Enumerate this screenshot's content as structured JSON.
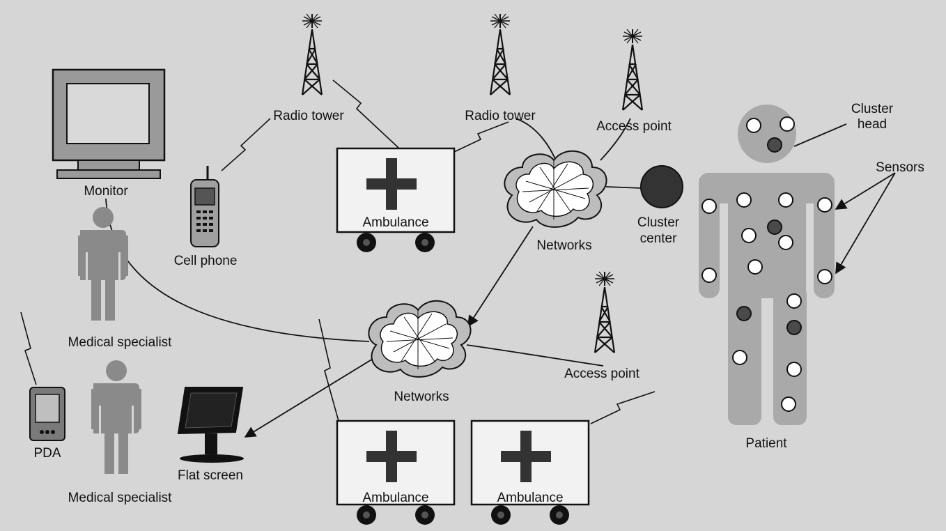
{
  "labels": {
    "monitor": "Monitor",
    "cell_phone": "Cell phone",
    "radio_tower_1": "Radio tower",
    "radio_tower_2": "Radio tower",
    "access_point_1": "Access point",
    "access_point_2": "Access point",
    "ambulance_1": "Ambulance",
    "ambulance_2": "Ambulance",
    "ambulance_3": "Ambulance",
    "networks_1": "Networks",
    "networks_2": "Networks",
    "cluster_center_1": "Cluster",
    "cluster_center_2": "center",
    "cluster_head_1": "Cluster",
    "cluster_head_2": "head",
    "sensors": "Sensors",
    "patient": "Patient",
    "medical_specialist_1": "Medical specialist",
    "medical_specialist_2": "Medical specialist",
    "pda": "PDA",
    "flat_screen": "Flat screen"
  },
  "colors": {
    "background": "#d6d6d6",
    "figure": "#8a8a8a",
    "patient_body": "#a9a9a9",
    "ink": "#111111",
    "sensor_dark": "#4a4a4a",
    "sensor_light": "#ffffff"
  },
  "icons": [
    "monitor-icon",
    "cell-phone-icon",
    "radio-tower-icon",
    "ambulance-icon",
    "network-cloud-icon",
    "person-icon",
    "pda-icon",
    "flat-screen-icon",
    "sensor-icon"
  ]
}
